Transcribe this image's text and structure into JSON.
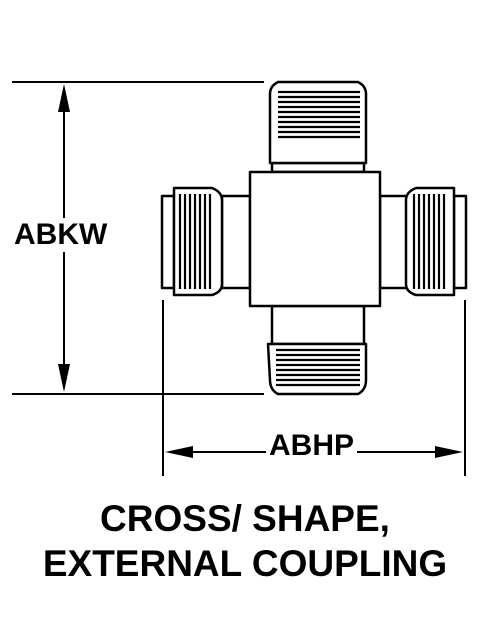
{
  "dimensions": {
    "height_label": "ABKW",
    "width_label": "ABHP"
  },
  "caption": {
    "line1": "CROSS/ SHAPE,",
    "line2": "EXTERNAL COUPLING"
  },
  "colors": {
    "ink": "#000000",
    "background": "#ffffff"
  }
}
